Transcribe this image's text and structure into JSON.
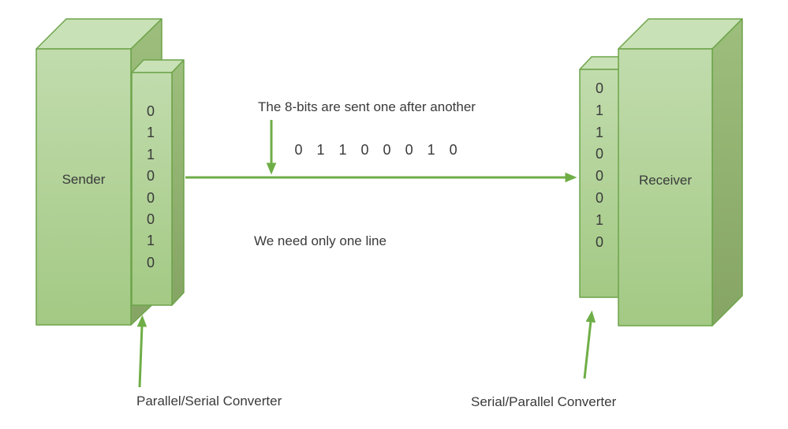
{
  "boxes": {
    "sender": {
      "label": "Sender",
      "bits": [
        "0",
        "1",
        "1",
        "0",
        "0",
        "0",
        "1",
        "0"
      ]
    },
    "receiver": {
      "label": "Receiver",
      "bits": [
        "0",
        "1",
        "1",
        "0",
        "0",
        "0",
        "1",
        "0"
      ]
    }
  },
  "serial_line": {
    "bits": [
      "0",
      "1",
      "1",
      "0",
      "0",
      "0",
      "1",
      "0"
    ],
    "caption_top": "The 8-bits are sent one after another",
    "caption_bottom": "We need only one line"
  },
  "converters": {
    "left_label": "Parallel/Serial Converter",
    "right_label": "Serial/Parallel Converter"
  },
  "colors": {
    "background": "#ffffff",
    "box_top_face": "#c9e1b6",
    "box_front_face_top": "#c1dcad",
    "box_front_face_bottom": "#a3c984",
    "box_side_face_top": "#9dbe7c",
    "box_side_face_bottom": "#86a565",
    "box_border": "#6da44a",
    "arrow_green": "#6fae47",
    "text": "#3a3a3a"
  }
}
